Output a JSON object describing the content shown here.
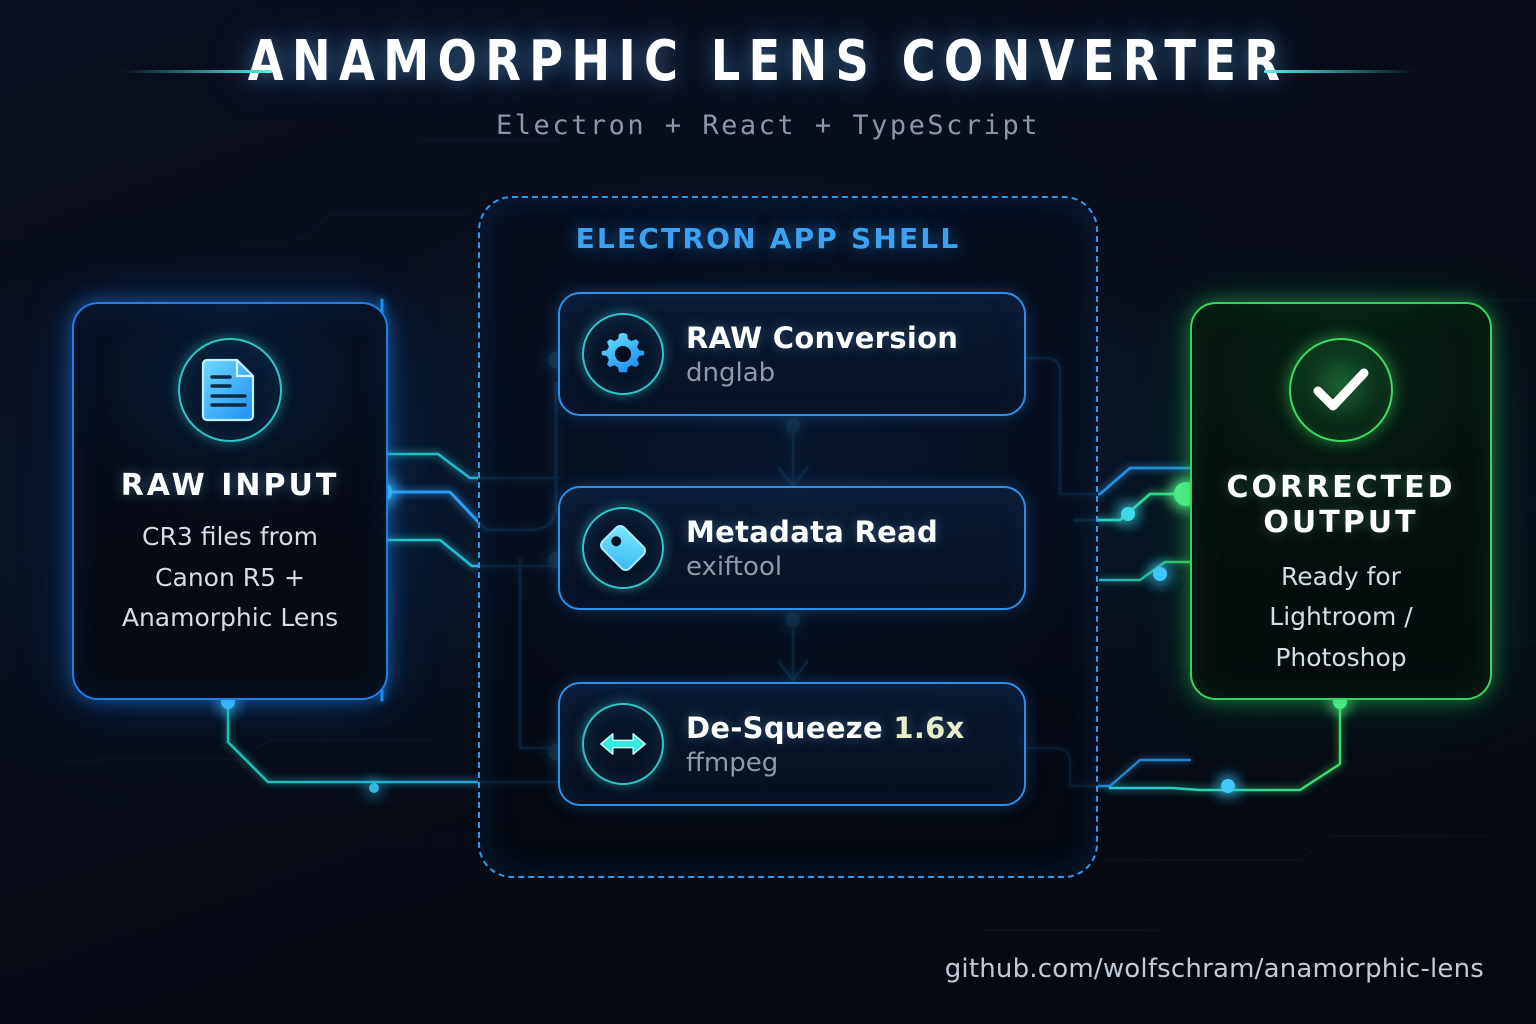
{
  "header": {
    "title": "ANAMORPHIC LENS CONVERTER",
    "subtitle": "Electron + React + TypeScript"
  },
  "input_panel": {
    "icon": "document-icon",
    "title": "RAW INPUT",
    "line1": "CR3 files from",
    "line2": "Canon R5 +",
    "line3": "Anamorphic Lens"
  },
  "shell": {
    "label": "ELECTRON APP SHELL",
    "cards": [
      {
        "icon": "gear-icon",
        "title": "RAW Conversion",
        "accent": "",
        "subtitle": "dnglab"
      },
      {
        "icon": "tag-icon",
        "title": "Metadata Read",
        "accent": "",
        "subtitle": "exiftool"
      },
      {
        "icon": "arrows-lr-icon",
        "title": "De-Squeeze ",
        "accent": "1.6x",
        "subtitle": "ffmpeg"
      }
    ]
  },
  "output_panel": {
    "icon": "check-circle-icon",
    "title_line1": "CORRECTED",
    "title_line2": "OUTPUT",
    "line1": "Ready for",
    "line2": "Lightroom / Photoshop"
  },
  "footer": {
    "repo_url": "github.com/wolfschram/anamorphic-lens"
  },
  "colors": {
    "background": "#070b14",
    "accent_blue": "#2f8fe6",
    "accent_cyan": "#3fd9d0",
    "accent_green": "#34d65f",
    "title_text": "#ffffff",
    "subtitle_text": "#8d96a6",
    "card_subtitle_text": "#9099a8",
    "shell_label": "#3aa2f0",
    "desqueeze_accent": "#e9eec8"
  }
}
